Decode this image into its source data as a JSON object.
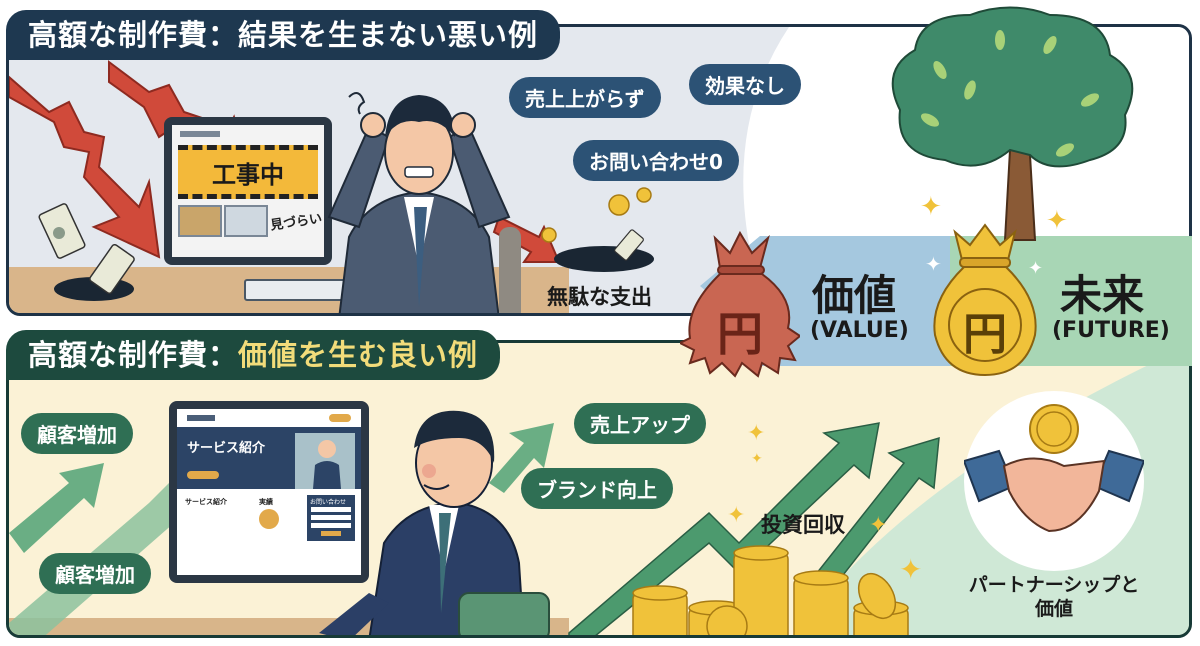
{
  "top_panel": {
    "title": "高額な制作費：結果を生まない悪い例",
    "pills": [
      "売上上がらず",
      "効果なし",
      "お問い合わせ0"
    ],
    "monitor_banner": "工事中",
    "monitor_note": "見づらい",
    "waste_label": "無駄な支出"
  },
  "bottom_panel": {
    "title_prefix": "高額な制作費：",
    "title_accent": "価値を生む良い例",
    "pills": [
      "顧客増加",
      "顧客増加",
      "売上アップ",
      "ブランド向上"
    ],
    "monitor": {
      "hero_title": "サービス紹介",
      "section_service": "サービス紹介",
      "section_results": "実績",
      "section_contact": "お問い合わせ"
    },
    "roi_label": "投資回収",
    "partnership_label_line1": "パートナーシップと",
    "partnership_label_line2": "価値"
  },
  "center": {
    "bag_symbol_red": "円",
    "bag_symbol_gold": "円",
    "value_jp": "価値",
    "value_en": "(VALUE)",
    "future_jp": "未来",
    "future_en": "(FUTURE)"
  },
  "colors": {
    "bad_title_bg": "#1e3850",
    "good_title_bg": "#1d4a3e",
    "good_accent": "#f2dc7a",
    "bad_pill": "#2c5275",
    "good_pill": "#2f6f54",
    "red_arrow": "#d04a3a",
    "green_arrow": "#4c9a6e",
    "gold": "#f0c23a"
  }
}
